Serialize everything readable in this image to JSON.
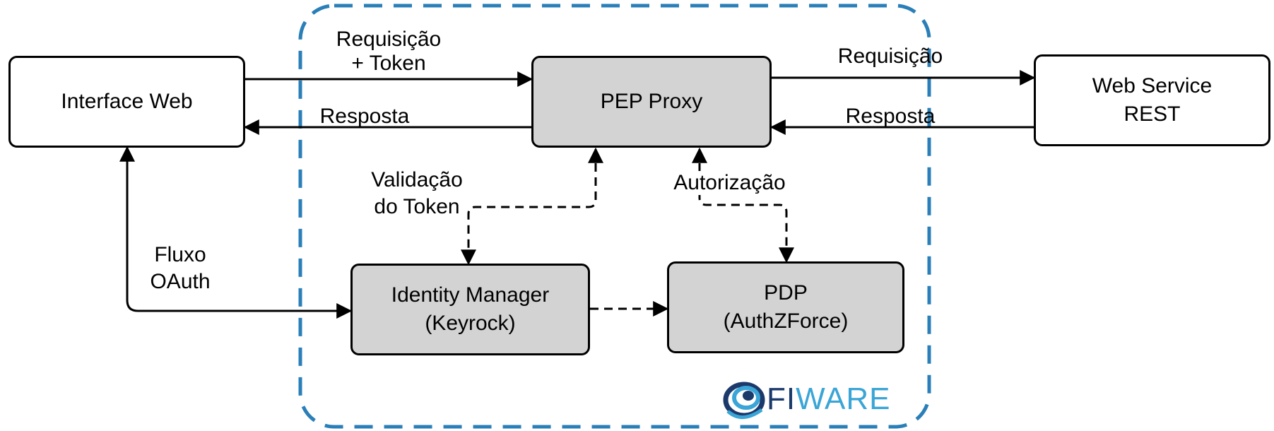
{
  "nodes": {
    "interface_web": {
      "label": "Interface Web"
    },
    "pep_proxy": {
      "label": "PEP Proxy"
    },
    "web_service": {
      "line1": "Web Service",
      "line2": "REST"
    },
    "identity_manager": {
      "line1": "Identity Manager",
      "line2": "(Keyrock)"
    },
    "pdp": {
      "line1": "PDP",
      "line2": "(AuthZForce)"
    }
  },
  "edges": {
    "req_token": {
      "line1": "Requisição",
      "line2": "+ Token"
    },
    "resp_left": {
      "label": "Resposta"
    },
    "req_right": {
      "label": "Requisição"
    },
    "resp_right": {
      "label": "Resposta"
    },
    "token_validation": {
      "line1": "Validação",
      "line2": "do Token"
    },
    "authorization": {
      "label": "Autorização"
    },
    "oauth_flow": {
      "line1": "Fluxo",
      "line2": "OAuth"
    }
  },
  "logo": {
    "text_fi": "FI",
    "text_ware": "WARE",
    "color_dark": "#1b3a6b",
    "color_light": "#3aa5d6"
  },
  "colors": {
    "boundary": "#2a7fb8",
    "grey_box": "#d3d3d3"
  }
}
